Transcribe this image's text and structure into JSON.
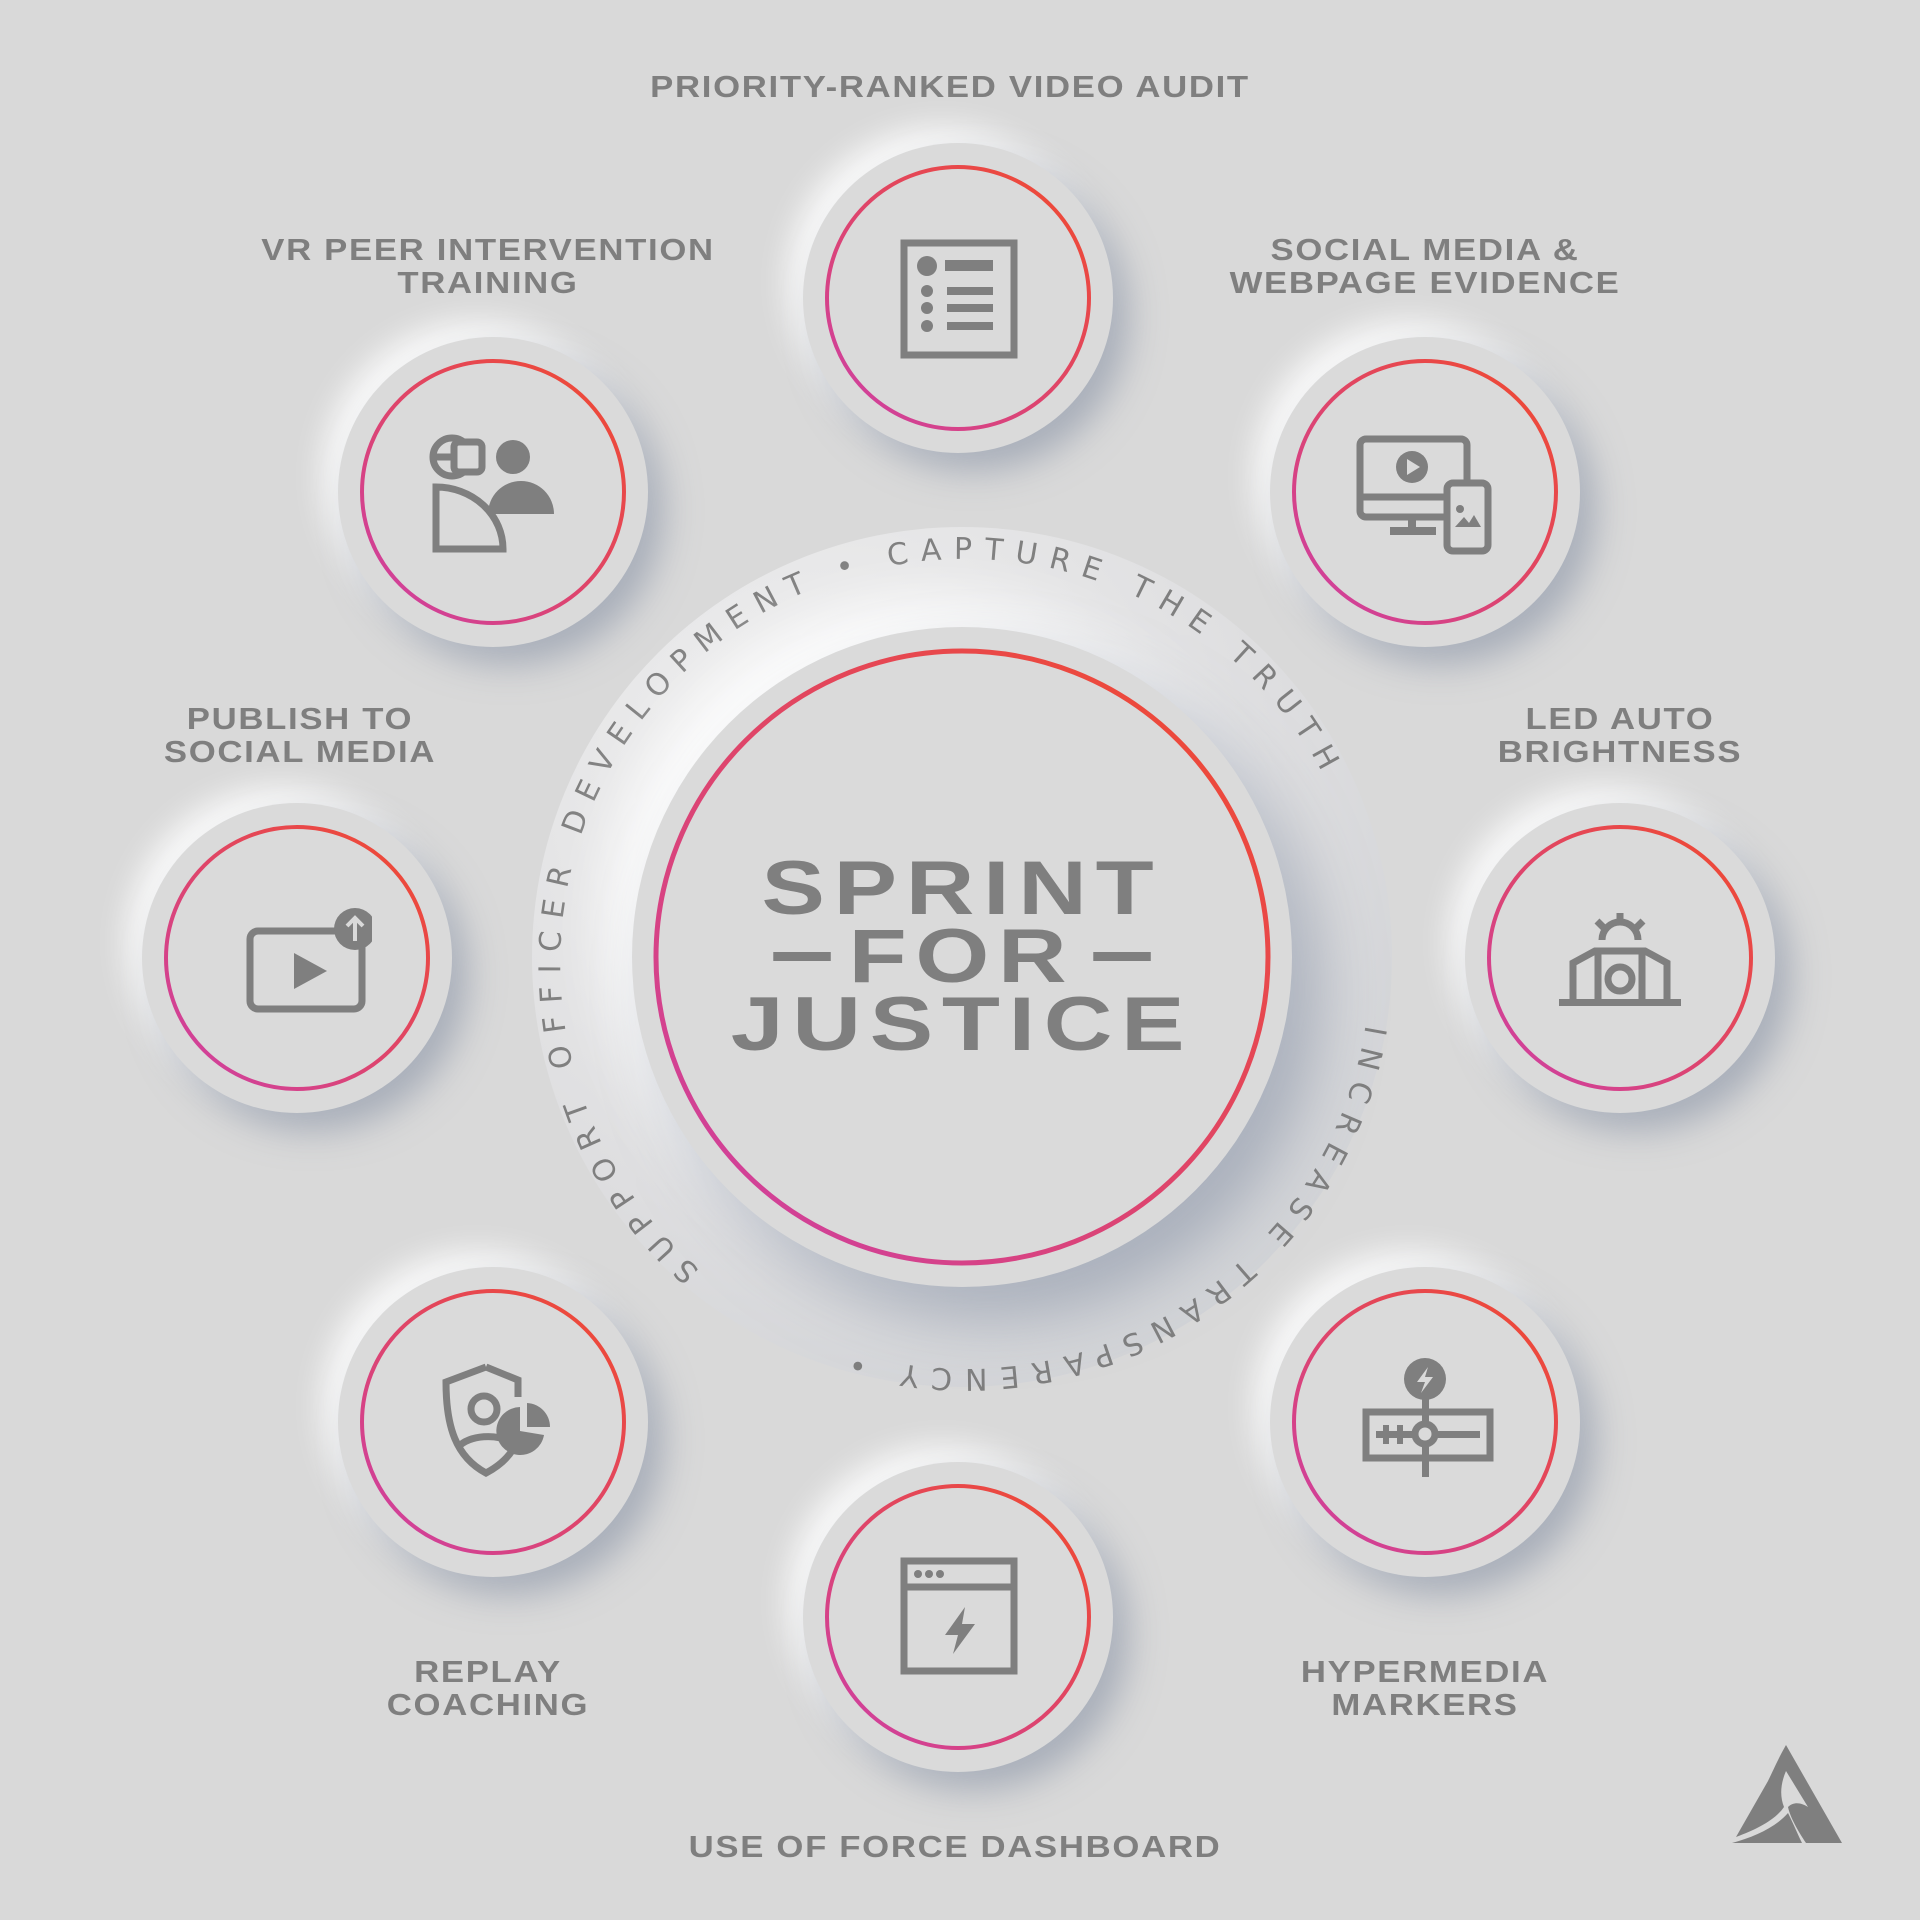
{
  "center": {
    "line1": "SPRINT",
    "line2": "FOR",
    "line3": "JUSTICE"
  },
  "ring_text": {
    "full": "SUPPORT OFFICER DEVELOPMENT • CAPTURE THE TRUTH • INCREASE TRANSPARENCY •",
    "segments": [
      "SUPPORT OFFICER DEVELOPMENT",
      "CAPTURE THE TRUTH",
      "INCREASE TRANSPARENCY"
    ],
    "top_arc": "SUPPORT OFFICER DEVELOPMENT  •  CAPTURE THE TRUTH",
    "bottom_arc": "INCREASE TRANSPARENCY"
  },
  "features": [
    {
      "id": "priority-ranked-video-audit",
      "lines": [
        "PRIORITY-RANKED VIDEO AUDIT"
      ],
      "icon": "checklist-document-icon"
    },
    {
      "id": "social-media-webpage-evidence",
      "lines": [
        "SOCIAL MEDIA &",
        "WEBPAGE EVIDENCE"
      ],
      "icon": "monitor-phone-media-icon"
    },
    {
      "id": "led-auto-brightness",
      "lines": [
        "LED AUTO",
        "BRIGHTNESS"
      ],
      "icon": "camera-brightness-icon"
    },
    {
      "id": "hypermedia-markers",
      "lines": [
        "HYPERMEDIA",
        "MARKERS"
      ],
      "icon": "timeline-marker-icon"
    },
    {
      "id": "use-of-force-dashboard",
      "lines": [
        "USE OF FORCE DASHBOARD"
      ],
      "icon": "browser-lightning-icon"
    },
    {
      "id": "replay-coaching",
      "lines": [
        "REPLAY",
        "COACHING"
      ],
      "icon": "shield-user-chart-icon"
    },
    {
      "id": "publish-to-social-media",
      "lines": [
        "PUBLISH TO",
        "SOCIAL MEDIA"
      ],
      "icon": "video-upload-icon"
    },
    {
      "id": "vr-peer-intervention-training",
      "lines": [
        "VR PEER INTERVENTION",
        "TRAINING"
      ],
      "icon": "vr-headset-person-icon"
    }
  ],
  "colors": {
    "background": "#d9d9d9",
    "text": "#7f7f7f",
    "ring_gradient_start": "#f24b2a",
    "ring_gradient_end": "#cc3fa8"
  },
  "logo": {
    "icon": "axon-delta-logo-icon"
  }
}
